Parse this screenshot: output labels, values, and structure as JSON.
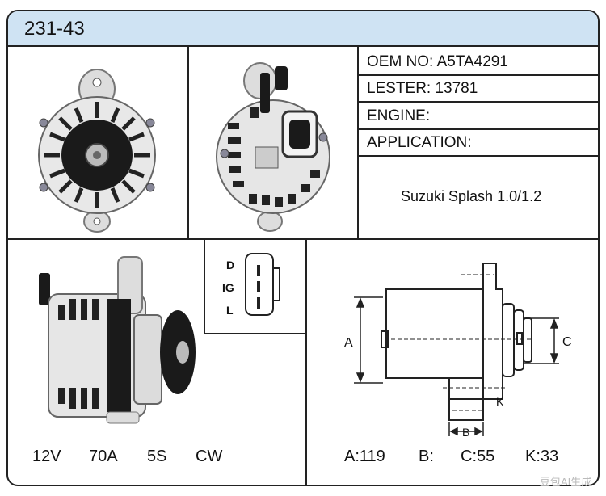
{
  "header": {
    "part_number": "231-43"
  },
  "specs_table": {
    "oem": "OEM NO: A5TA4291",
    "lester": "LESTER: 13781",
    "engine": "ENGINE:",
    "application": "APPLICATION:",
    "application_value": "Suzuki Splash 1.0/1.2"
  },
  "connector": {
    "pins": [
      "D",
      "IG",
      "L"
    ]
  },
  "ratings": {
    "voltage": "12V",
    "amperage": "70A",
    "pulley": "5S",
    "rotation": "CW"
  },
  "dimensions": {
    "label_a": "A",
    "label_b": "B",
    "label_c": "C",
    "label_k": "K",
    "a": "A:119",
    "b": "B:",
    "c": "C:55",
    "k": "K:33"
  },
  "watermark": "豆包AI生成"
}
